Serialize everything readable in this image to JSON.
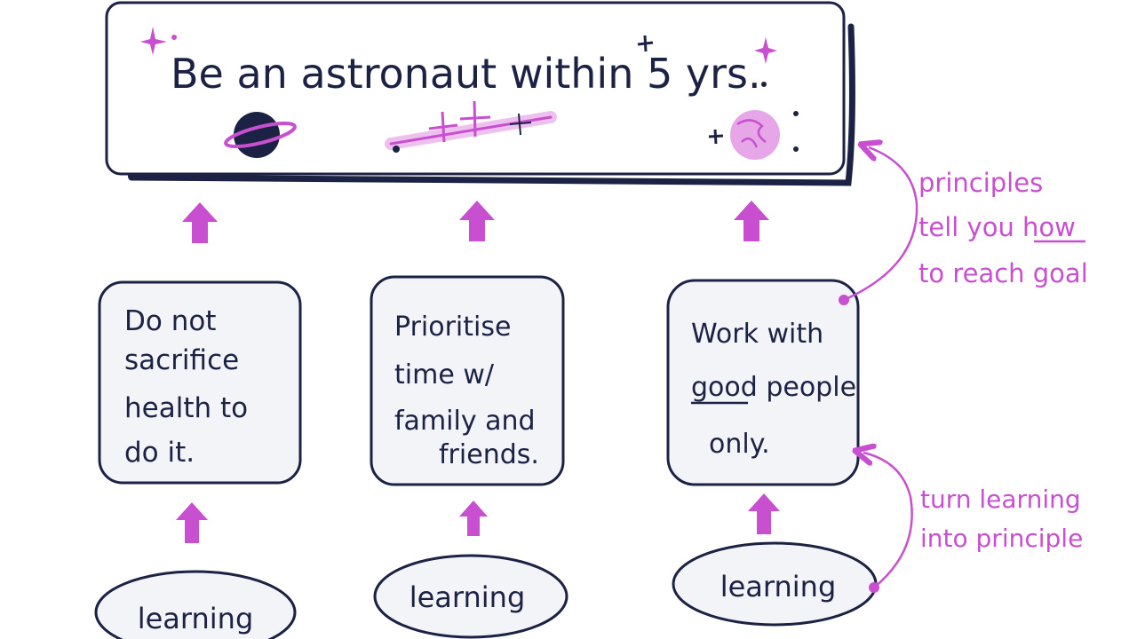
{
  "goal": {
    "text": "Be an astronaut within 5 yrs."
  },
  "principles": [
    {
      "lines": [
        "Do not",
        "sacrifice",
        "health to",
        "do it."
      ]
    },
    {
      "lines": [
        "Prioritise",
        "time w/",
        "family and",
        "friends."
      ]
    },
    {
      "lines": [
        "Work with",
        "good people",
        "only."
      ]
    }
  ],
  "learnings": [
    {
      "label": "learning"
    },
    {
      "label": "learning"
    },
    {
      "label": "learning"
    }
  ],
  "annotations": {
    "principles_note": [
      "principles",
      "tell you how",
      "to reach goal"
    ],
    "learning_note": [
      "turn learning",
      "into principle"
    ]
  },
  "colors": {
    "ink": "#1c2244",
    "accent": "#c84fcf",
    "box_fill": "#f3f4f8",
    "background": "#ffffff"
  }
}
